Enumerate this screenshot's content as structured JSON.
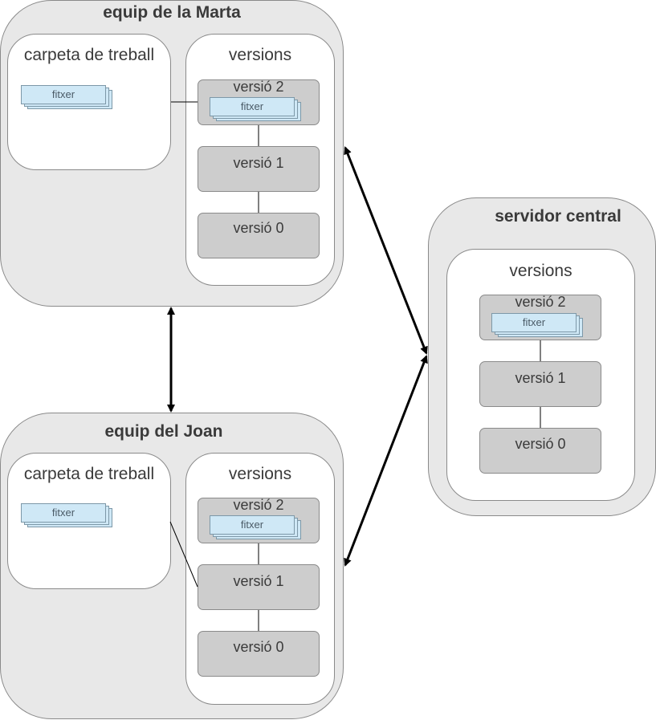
{
  "marta": {
    "title": "equip de la Marta",
    "workdir": {
      "title": "carpeta de treball",
      "file": "fitxer"
    },
    "repo": {
      "title": "versions",
      "versions": [
        {
          "label": "versió 2",
          "file": "fitxer"
        },
        {
          "label": "versió 1"
        },
        {
          "label": "versió 0"
        }
      ]
    }
  },
  "joan": {
    "title": "equip del Joan",
    "workdir": {
      "title": "carpeta de treball",
      "file": "fitxer"
    },
    "repo": {
      "title": "versions",
      "versions": [
        {
          "label": "versió 2",
          "file": "fitxer"
        },
        {
          "label": "versió 1"
        },
        {
          "label": "versió 0"
        }
      ]
    }
  },
  "server": {
    "title": "servidor central",
    "repo": {
      "title": "versions",
      "versions": [
        {
          "label": "versió 2",
          "file": "fitxer"
        },
        {
          "label": "versió 1"
        },
        {
          "label": "versió 0"
        }
      ]
    }
  },
  "colors": {
    "machine": "#e8e8e8",
    "version": "#cdcdcd",
    "file": "#cfe8f6",
    "border": "#8a8a8a"
  }
}
